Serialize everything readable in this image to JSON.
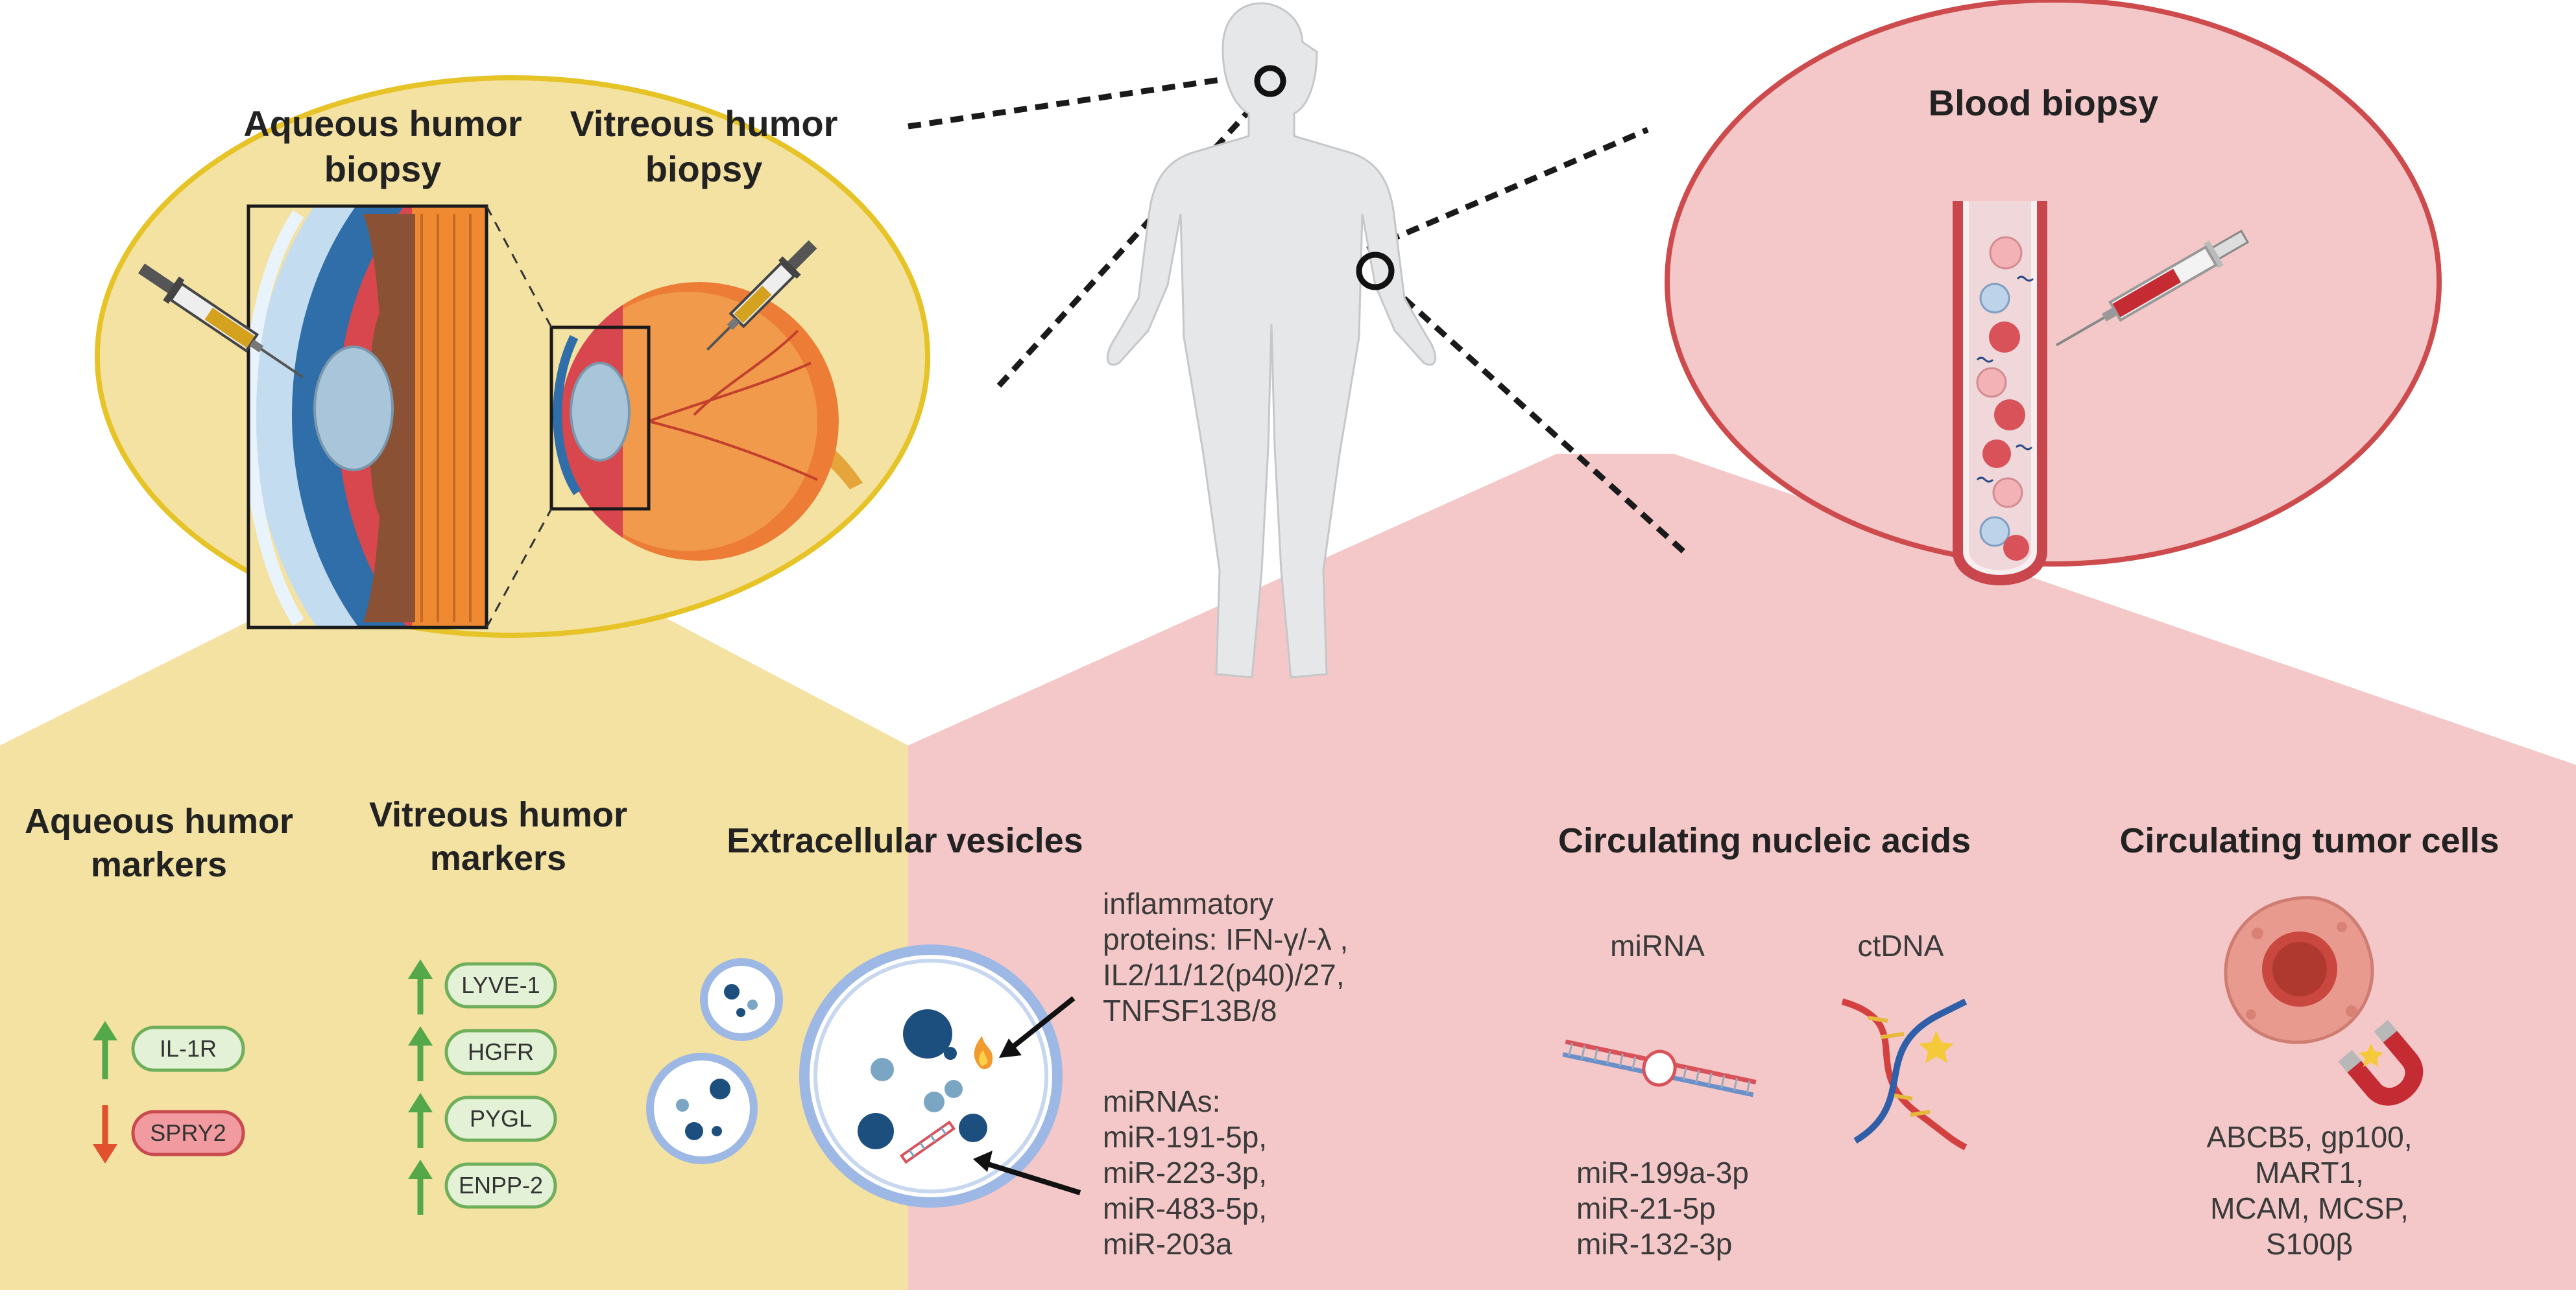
{
  "colors": {
    "yellow_fill": "#f4e2a2",
    "yellow_outline": "#e6c327",
    "pink_fill": "#f4c8c8",
    "pink_outline": "#cd4a4d",
    "up_arrow": "#55a84a",
    "down_arrow": "#e2502e",
    "pill_green_fill": "#e3f2d7",
    "pill_green_stroke": "#6fae5b",
    "pill_red_fill": "#f19ba0",
    "pill_red_stroke": "#c94b4f",
    "vesicle_ring": "#9db8e4",
    "vesicle_dark": "#1d4f7e",
    "vesicle_light": "#7aa6c4",
    "text_dark": "#222222",
    "text_gray": "#3a3a3a"
  },
  "eye_panel": {
    "aqueous_title": [
      "Aqueous humor",
      "biopsy"
    ],
    "vitreous_title": [
      "Vitreous humor",
      "biopsy"
    ]
  },
  "blood_panel": {
    "title": "Blood biopsy"
  },
  "markers": {
    "aqueous_heading": [
      "Aqueous humor",
      "markers"
    ],
    "vitreous_heading": [
      "Vitreous humor",
      "markers"
    ],
    "aqueous": [
      {
        "label": "IL-1R",
        "direction": "up"
      },
      {
        "label": "SPRY2",
        "direction": "down"
      }
    ],
    "vitreous": [
      {
        "label": "LYVE-1",
        "direction": "up"
      },
      {
        "label": "HGFR",
        "direction": "up"
      },
      {
        "label": "PYGL",
        "direction": "up"
      },
      {
        "label": "ENPP-2",
        "direction": "up"
      }
    ]
  },
  "extracellular_vesicles": {
    "heading": "Extracellular vesicles",
    "proteins_lines": [
      "inflammatory",
      "proteins: IFN-γ/-λ ,",
      "IL2/11/12(p40)/27,",
      "TNFSF13B/8"
    ],
    "mirna_lines": [
      "miRNAs:",
      "miR-191-5p,",
      "miR-223-3p,",
      "miR-483-5p,",
      "miR-203a"
    ]
  },
  "nucleic_acids": {
    "heading": "Circulating nucleic acids",
    "mirna_label": "miRNA",
    "ctdna_label": "ctDNA",
    "mirna_list": [
      "miR-199a-3p",
      "miR-21-5p",
      "miR-132-3p"
    ]
  },
  "tumor_cells": {
    "heading": "Circulating tumor cells",
    "marker_lines": [
      "ABCB5, gp100,",
      "MART1,",
      "MCAM, MCSP,",
      "S100β"
    ]
  }
}
